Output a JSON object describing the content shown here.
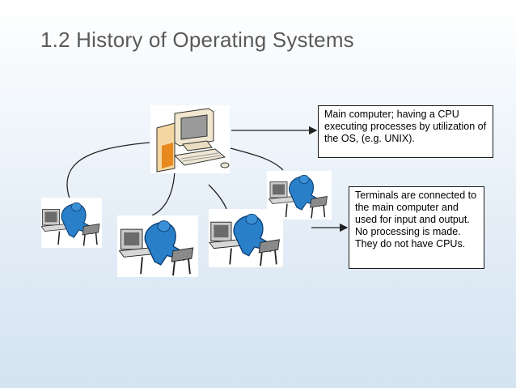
{
  "slide": {
    "title": "1.2 History of Operating Systems"
  },
  "callouts": {
    "main_computer": "Main computer; having a CPU executing processes by utilization of the OS, (e.g. UNIX).",
    "terminals": "Terminals are connected to the main computer and used for input and output. No processing is made. They do not have CPUs."
  },
  "icons": {
    "main_computer": "desktop-computer-icon",
    "terminal": "person-at-terminal-icon"
  }
}
